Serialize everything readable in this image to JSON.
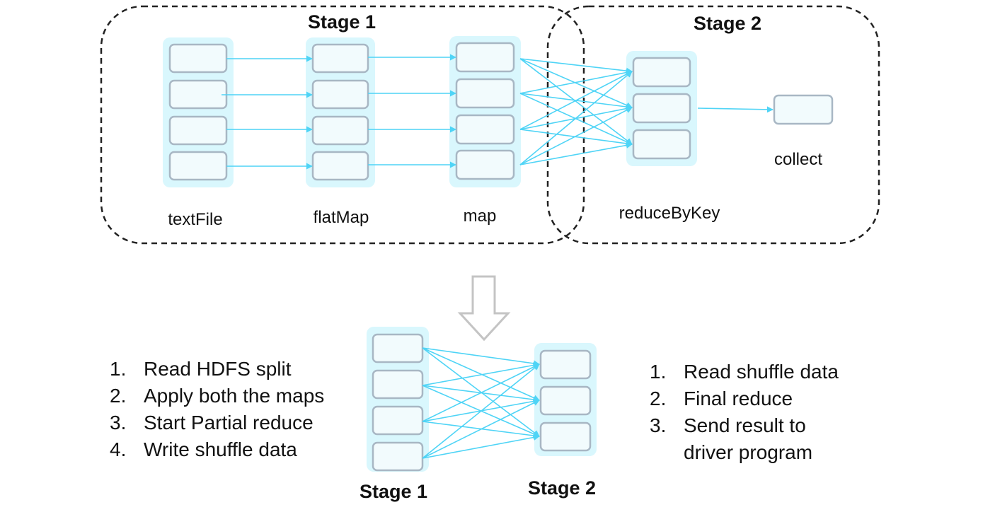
{
  "top_diagram": {
    "stage1_title": "Stage 1",
    "stage2_title": "Stage 2",
    "operations": {
      "textFile": "textFile",
      "flatMap": "flatMap",
      "map": "map",
      "reduceByKey": "reduceByKey",
      "collect": "collect"
    }
  },
  "bottom_diagram": {
    "stage1_title": "Stage 1",
    "stage2_title": "Stage 2",
    "stage1_steps": [
      {
        "num": "1.",
        "text": "Read HDFS split"
      },
      {
        "num": "2.",
        "text": "Apply both the maps"
      },
      {
        "num": "3.",
        "text": "Start Partial reduce"
      },
      {
        "num": "4.",
        "text": "Write shuffle data"
      }
    ],
    "stage2_steps": [
      {
        "num": "1.",
        "text": "Read shuffle data"
      },
      {
        "num": "2.",
        "text": "Final reduce"
      },
      {
        "num": "3.",
        "text": "Send result to",
        "continuation": "driver program"
      }
    ]
  },
  "colors": {
    "arrow": "#4fd4f6",
    "group_fill": "#d9f7fd",
    "partition_fill": "#f2fbfd",
    "partition_border": "#a8b7c4",
    "stage_border": "#222222",
    "down_arrow": "#c4c4c4"
  }
}
